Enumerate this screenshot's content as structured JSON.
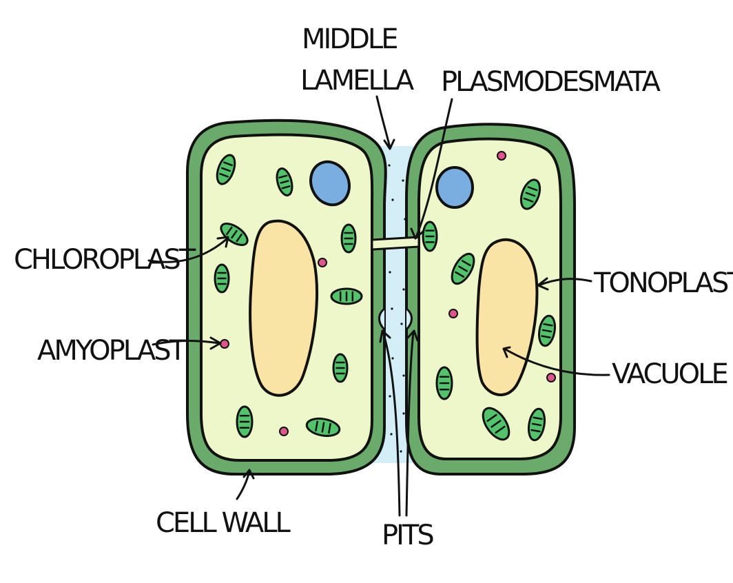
{
  "labels": {
    "middle_lamella_line1": "MIDDLE",
    "middle_lamella_line2": "LAMELLA",
    "plasmodesmata": "PLASMODESMATA",
    "chloroplast": "CHLOROPLAST",
    "amyoplast": "AMYOPLAST",
    "tonoplast": "TONOPLAST",
    "vacuole": "VACUOLE",
    "cell_wall": "CELL WALL",
    "pits": "PITS"
  },
  "colors": {
    "cell_wall": "#6aaa6a",
    "cytoplasm": "#eef7c9",
    "middle_lamella": "#d3eef7",
    "vacuole": "#f9e4a6",
    "nucleus": "#7aaee0",
    "chloroplast": "#52c36a",
    "amyloplast": "#e0558d",
    "outline": "#111111"
  }
}
